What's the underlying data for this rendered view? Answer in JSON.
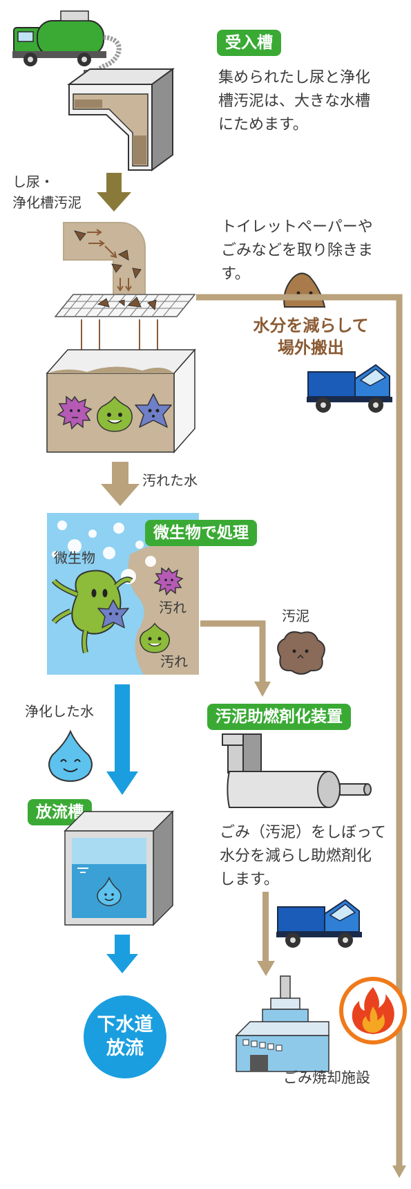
{
  "badges": {
    "receiving_tank": "受入槽",
    "microbe_treatment": "微生物で処理",
    "sludge_device": "汚泥助燃剤化装置",
    "discharge_tank": "放流槽"
  },
  "descriptions": {
    "receiving": [
      "集められたし尿と浄化",
      "槽汚泥は、大きな水槽",
      "にためます。"
    ],
    "screening": [
      "トイレットペーパーや",
      "ごみなどを取り除きま",
      "す。"
    ],
    "sludge": [
      "ごみ（汚泥）をしぼって",
      "水分を減らし助燃剤化",
      "します。"
    ]
  },
  "labels": {
    "input": [
      "し尿・",
      "浄化槽汚泥"
    ],
    "dirty_water": "汚れた水",
    "microbes": "微生物",
    "dirt1": "汚れ",
    "dirt2": "汚れ",
    "sludge": "汚泥",
    "purified_water": "浄化した水",
    "incinerator": "ごみ焼却施設"
  },
  "removal_title": [
    "水分を減らして",
    "場外搬出"
  ],
  "sewer": [
    "下水道",
    "放流"
  ],
  "colors": {
    "green": "#3aaa35",
    "brown_arrow": "#8a7a3a",
    "tan_line": "#b9a27c",
    "blue_arrow": "#1a9ee0",
    "brown_title": "#8a5a33"
  }
}
